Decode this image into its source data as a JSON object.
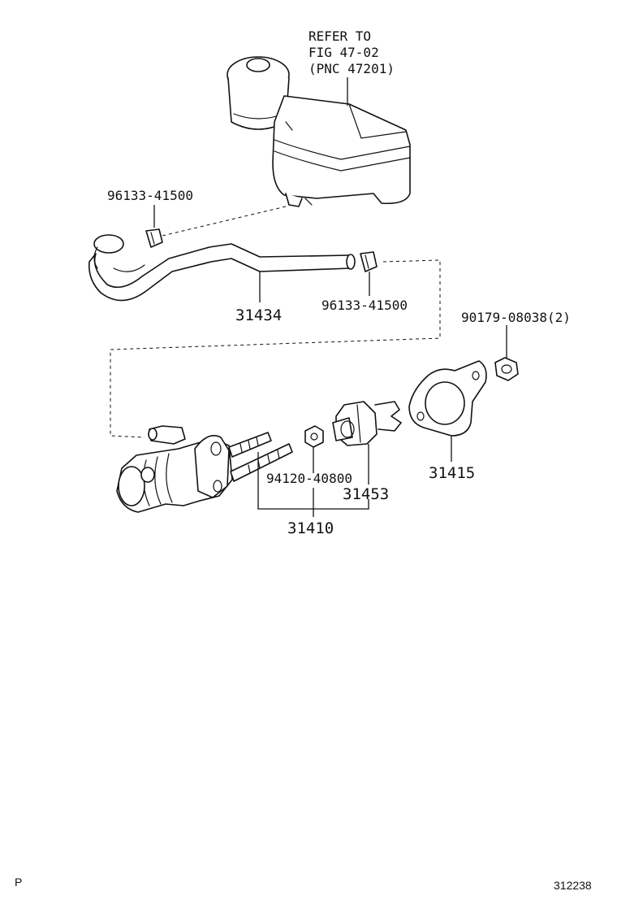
{
  "labels": {
    "refer_line1": "REFER TO",
    "refer_line2": "FIG 47-02",
    "refer_line3": "(PNC 47201)",
    "clip_upper": "96133-41500",
    "hose": "31434",
    "clip_lower": "96133-41500",
    "nut": "90179-08038(2)",
    "nut_small": "94120-40800",
    "piston": "31453",
    "gasket": "31415",
    "master_cylinder": "31410"
  },
  "footer": {
    "left": "P",
    "right": "312238"
  }
}
